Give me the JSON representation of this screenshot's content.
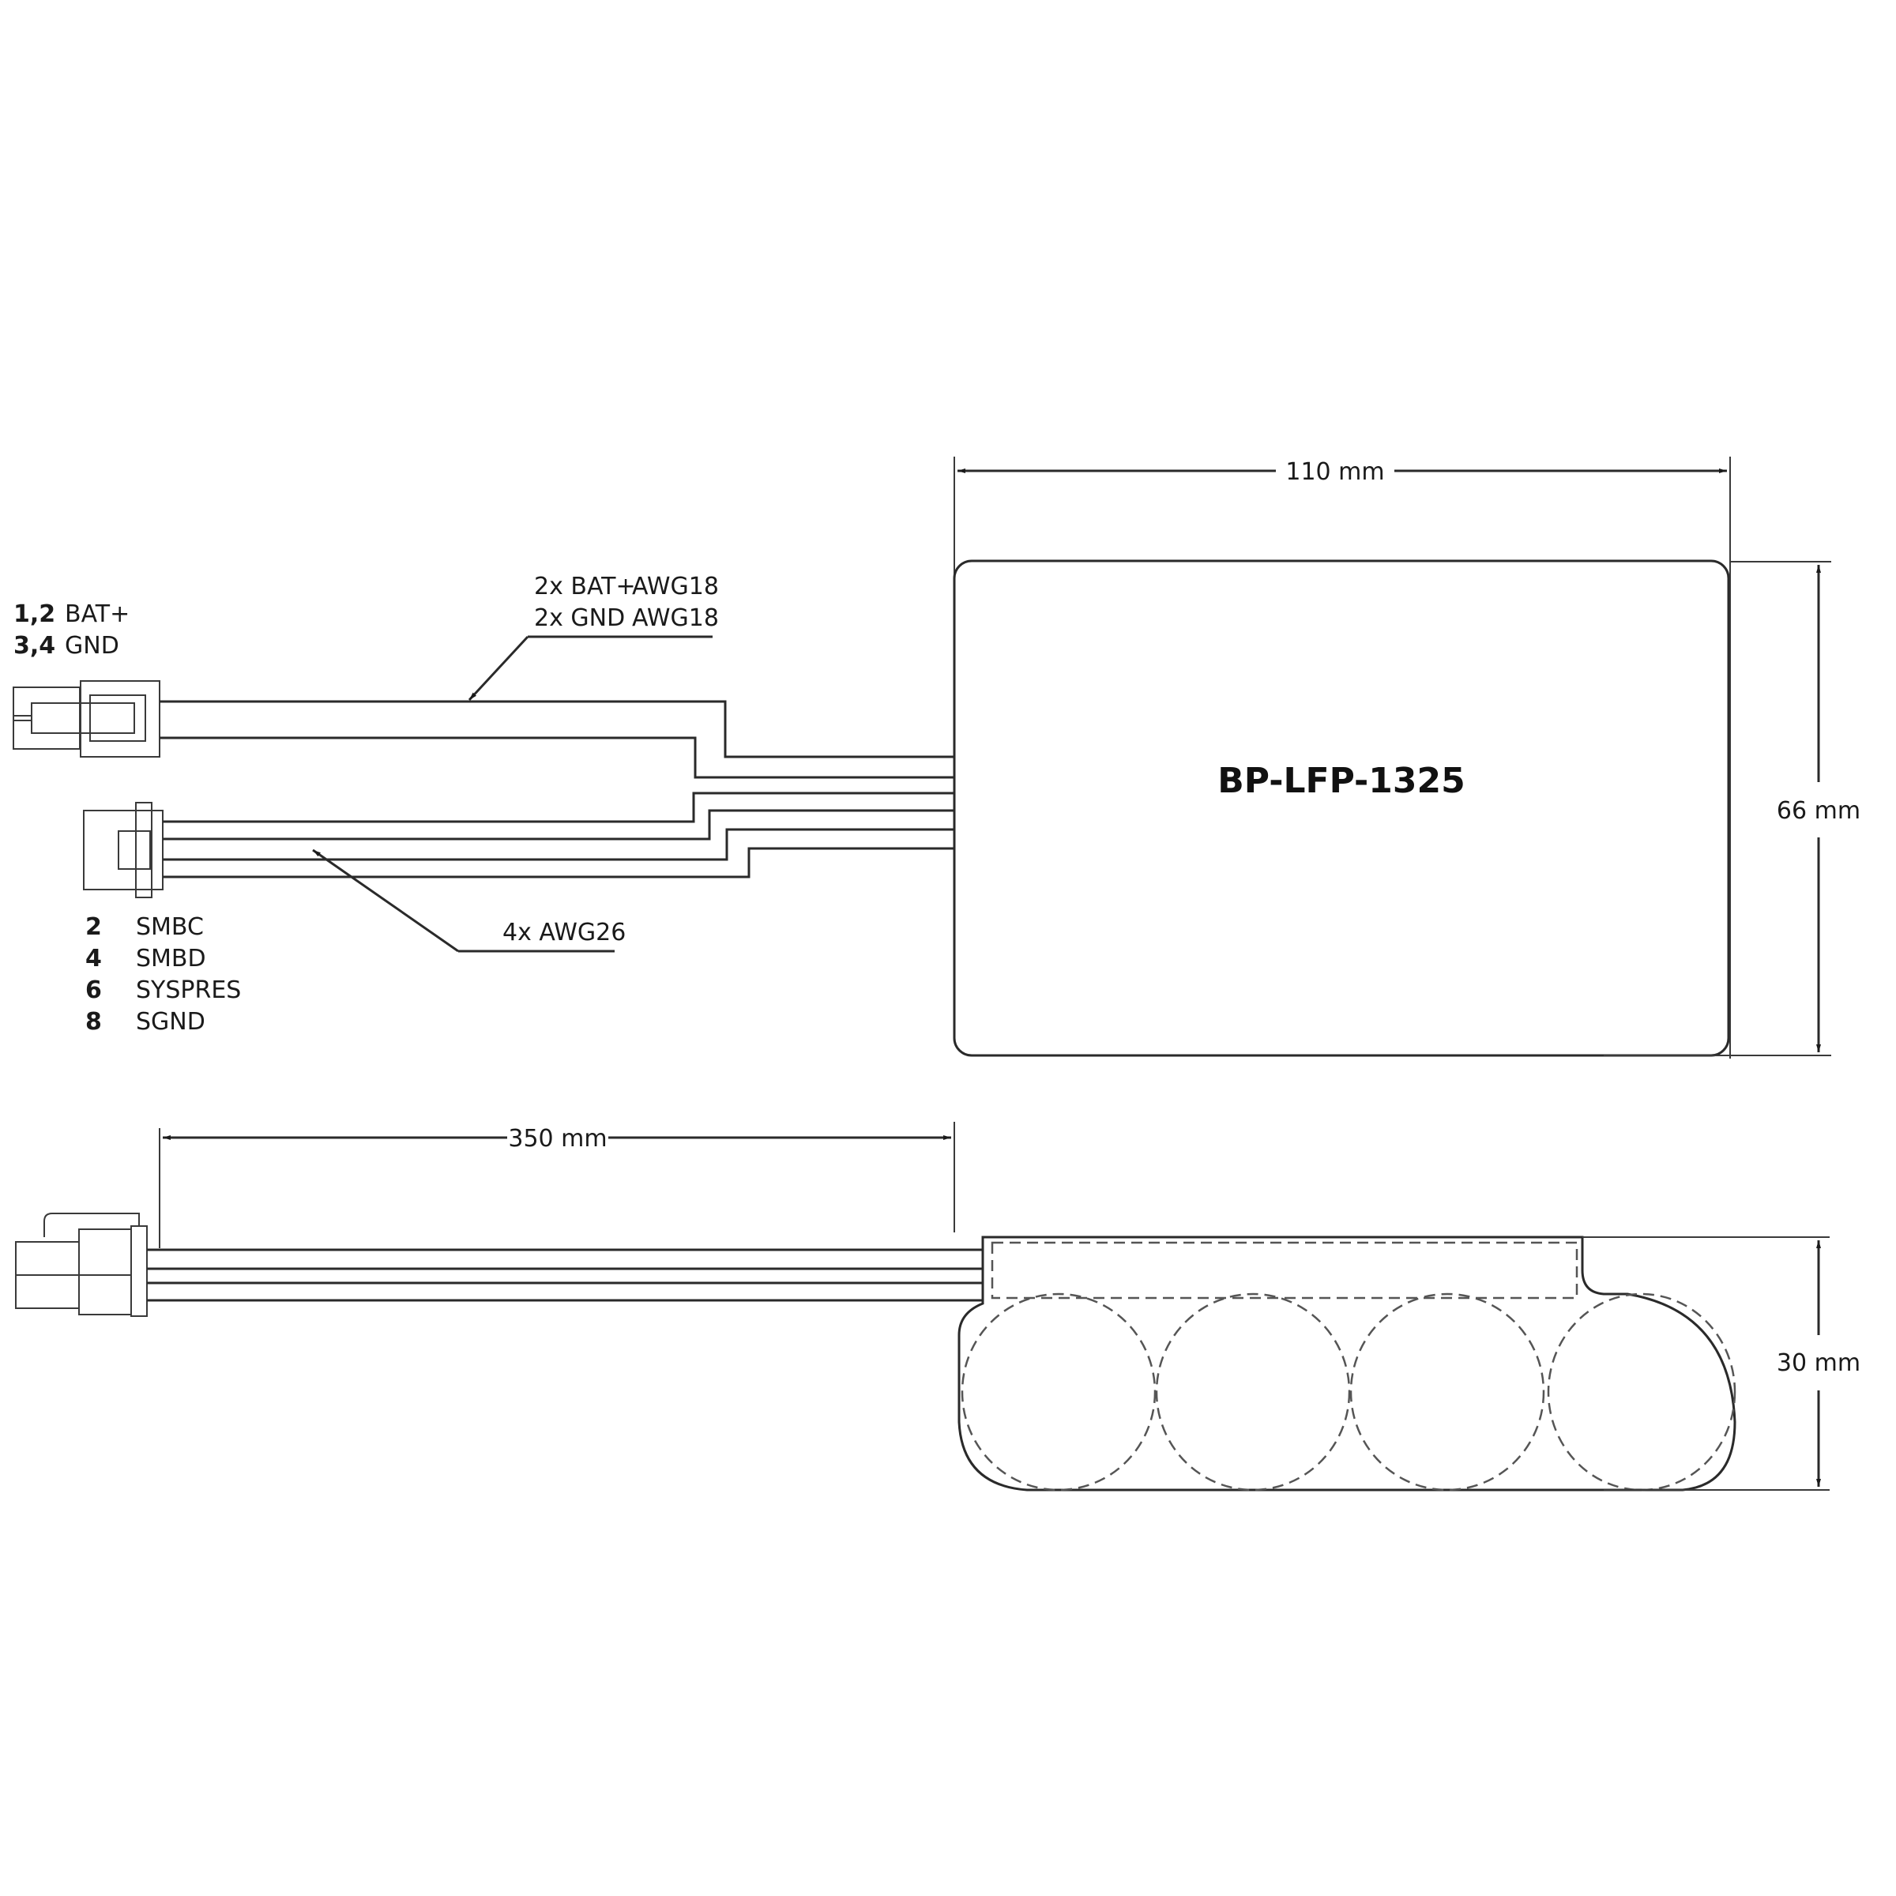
{
  "product": {
    "model": "BP-LFP-1325"
  },
  "dimensions": {
    "width": "110 mm",
    "height": "66 mm",
    "thickness": "30 mm",
    "cable_length": "350 mm"
  },
  "power_connector": {
    "pins": [
      {
        "pin": "1,2",
        "signal": "BAT+"
      },
      {
        "pin": "3,4",
        "signal": "GND"
      }
    ],
    "wire_callout": [
      {
        "qty": "2x BAT+",
        "gauge": "AWG18"
      },
      {
        "qty": "2x GND",
        "gauge": "AWG18"
      }
    ]
  },
  "signal_connector": {
    "pins": [
      {
        "pin": "2",
        "signal": "SMBC"
      },
      {
        "pin": "4",
        "signal": "SMBD"
      },
      {
        "pin": "6",
        "signal": "SYSPRES"
      },
      {
        "pin": "8",
        "signal": "SGND"
      }
    ],
    "wire_callout": "4x AWG26"
  },
  "side_view": {
    "cell_count": 4
  },
  "colors": {
    "line": "#2a2a2a",
    "background": "#ffffff"
  }
}
